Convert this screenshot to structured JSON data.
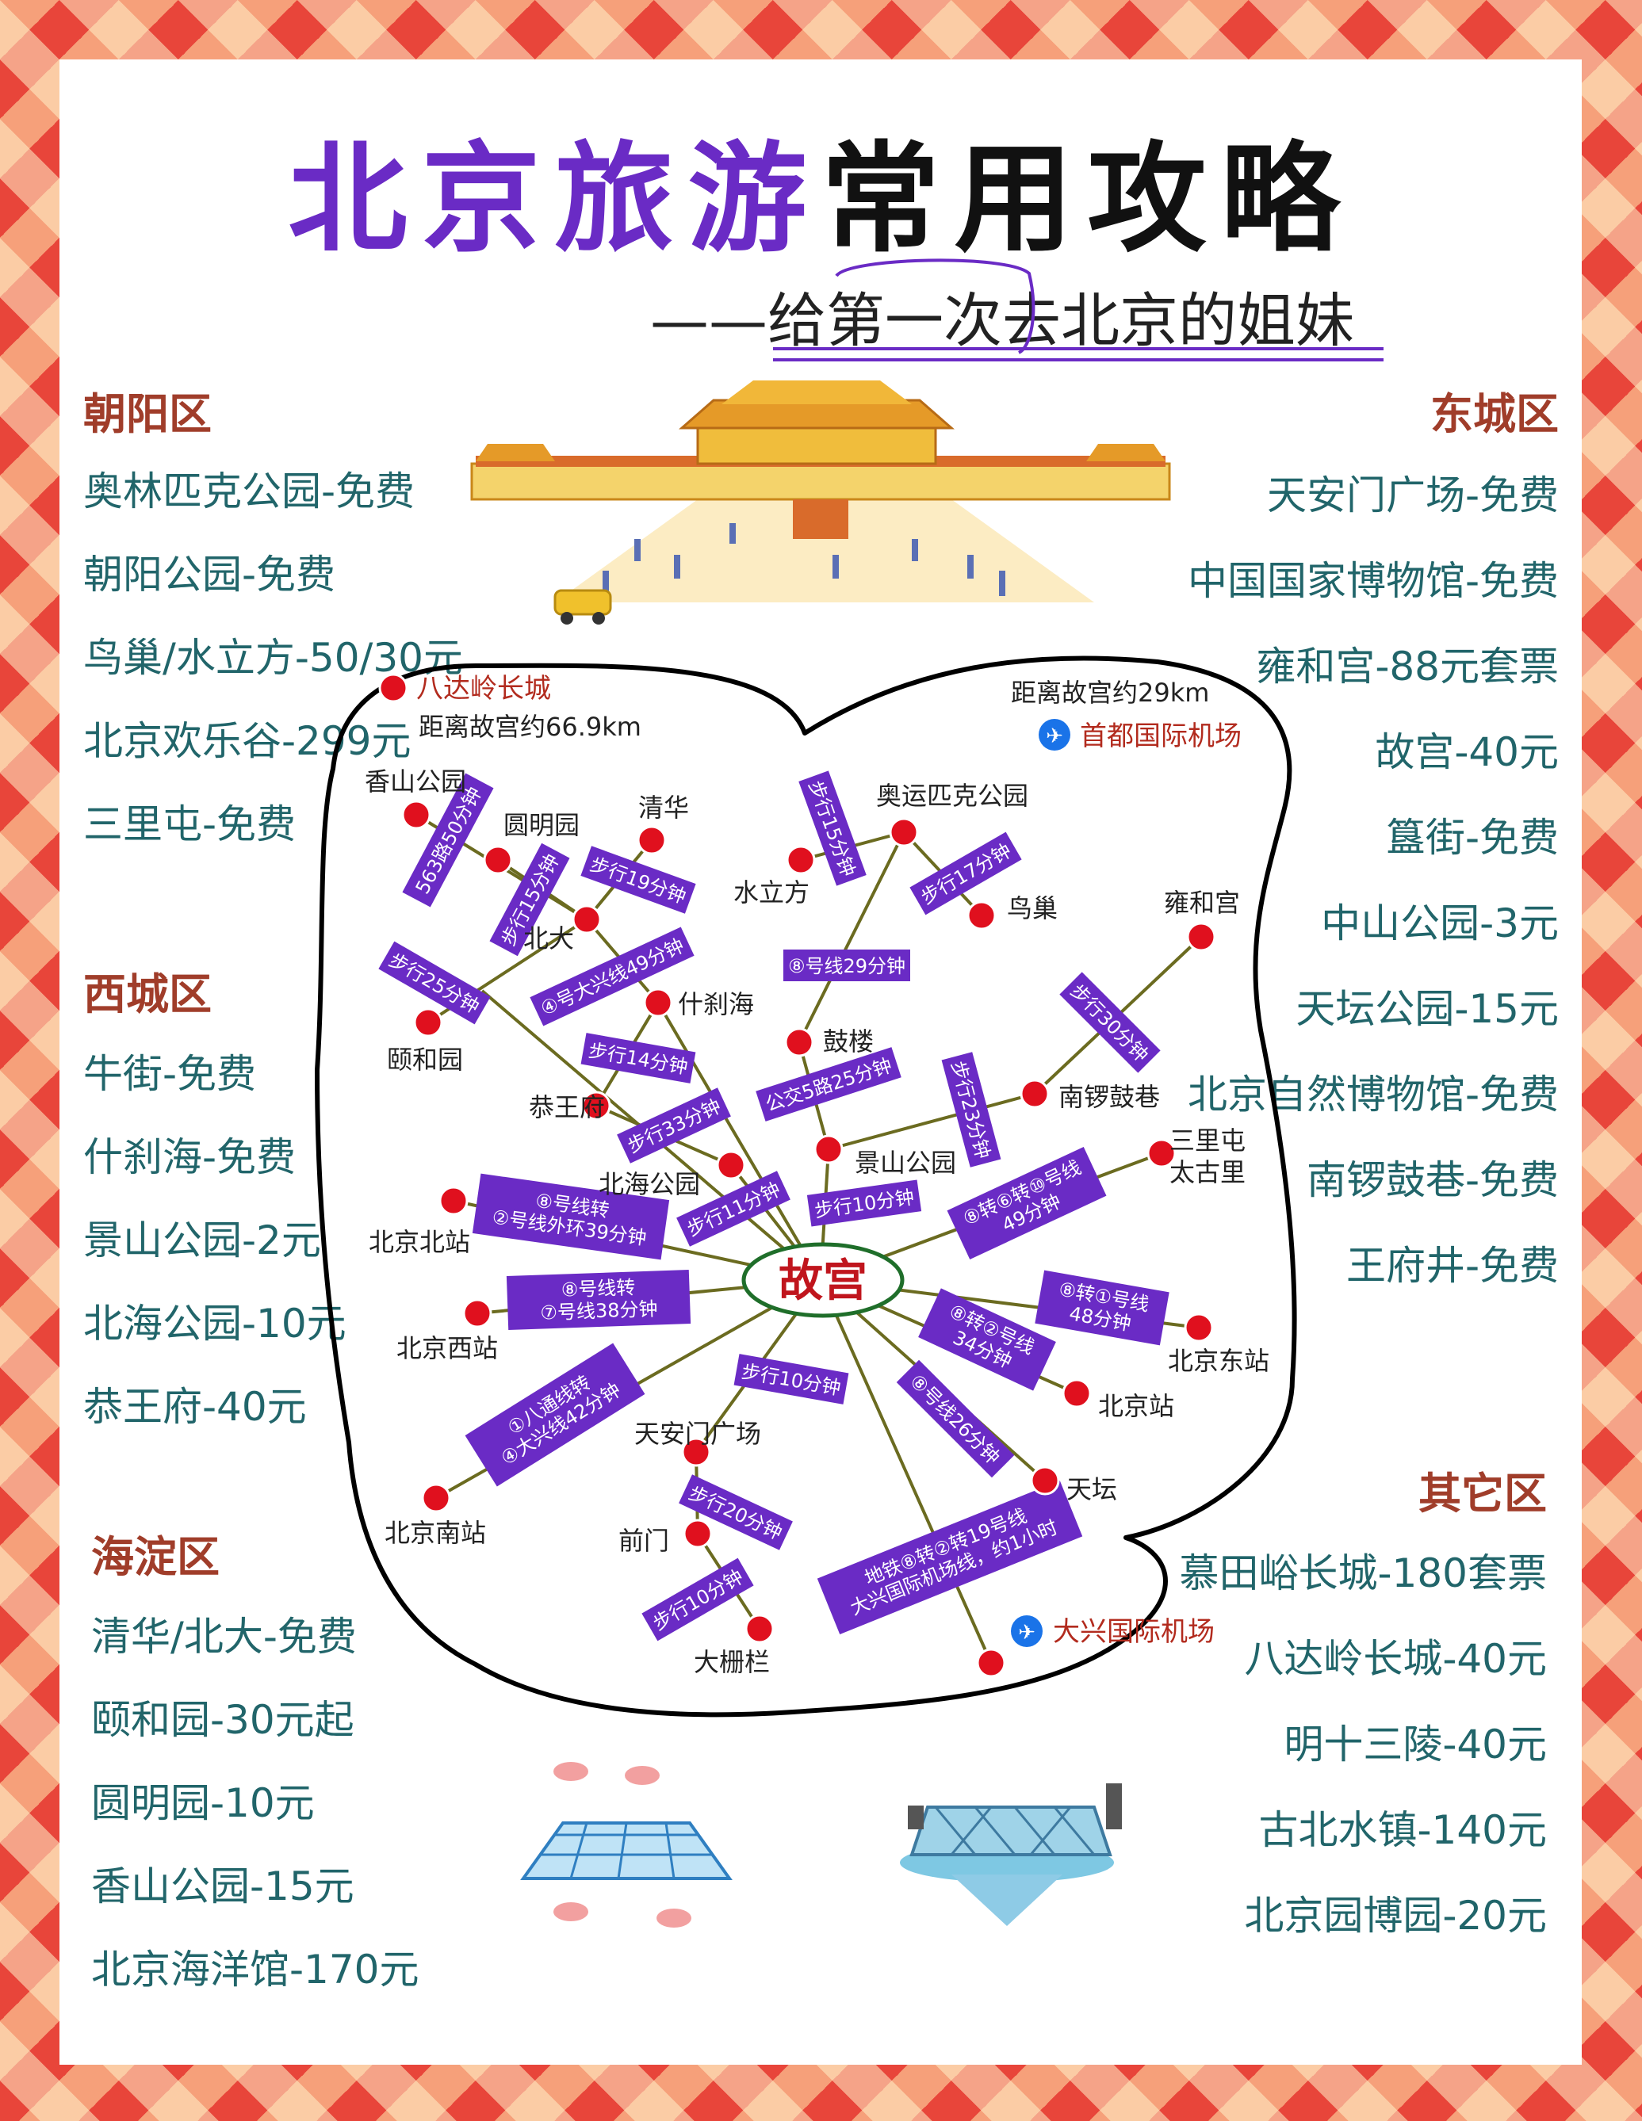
{
  "title": {
    "part1": "北京旅游",
    "part2": "常用攻略"
  },
  "subtitle": "——给第一次去北京的姐妹",
  "sections": {
    "chaoyang": {
      "name": "朝阳区",
      "items": [
        "奥林匹克公园-免费",
        "朝阳公园-免费",
        "鸟巢/水立方-50/30元",
        "北京欢乐谷-299元",
        "三里屯-免费"
      ]
    },
    "xicheng": {
      "name": "西城区",
      "items": [
        "牛街-免费",
        "什刹海-免费",
        "景山公园-2元",
        "北海公园-10元",
        "恭王府-40元"
      ]
    },
    "haidian": {
      "name": "海淀区",
      "items": [
        "清华/北大-免费",
        "颐和园-30元起",
        "圆明园-10元",
        "香山公园-15元",
        "北京海洋馆-170元"
      ]
    },
    "dongcheng": {
      "name": "东城区",
      "items": [
        "天安门广场-免费",
        "中国国家博物馆-免费",
        "雍和宫-88元套票",
        "故宫-40元",
        "簋街-免费",
        "中山公园-3元",
        "天坛公园-15元",
        "北京自然博物馆-免费",
        "南锣鼓巷-免费",
        "王府井-免费"
      ]
    },
    "other": {
      "name": "其它区",
      "items": [
        "慕田峪长城-180套票",
        "八达岭长城-40元",
        "明十三陵-40元",
        "古北水镇-140元",
        "北京园博园-20元"
      ]
    }
  },
  "map": {
    "center": "故宫",
    "badaling": {
      "name": "八达岭长城",
      "distance": "距离故宫约66.9km"
    },
    "capital_airport": {
      "name": "首都国际机场",
      "distance": "距离故宫约29km"
    },
    "daxing_airport": {
      "name": "大兴国际机场"
    },
    "places": {
      "xiangshan": "香山公园",
      "yuanmingyuan": "圆明园",
      "qinghua": "清华",
      "beida": "北大",
      "yiheyuan": "颐和园",
      "shichahai": "什刹海",
      "gongwangfu": "恭王府",
      "beihai": "北海公园",
      "shuilifang": "水立方",
      "aoyun": "奥运匹克公园",
      "niaochao": "鸟巢",
      "gulou": "鼓楼",
      "jingshan": "景山公园",
      "yonghegong": "雍和宫",
      "nanluo": "南锣鼓巷",
      "sanlitun": "三里屯\n太古里",
      "beijingbei": "北京北站",
      "beijingxi": "北京西站",
      "beijingnan": "北京南站",
      "tiananmen": "天安门广场",
      "qianmen": "前门",
      "dashilan": "大栅栏",
      "beijingdong": "北京东站",
      "beijingzhan": "北京站",
      "tiantan": "天坛"
    },
    "routes": {
      "xiangshan": "563路50分钟",
      "yuanming_beida": "步行15分钟",
      "qinghua_beida": "步行19分钟",
      "yiheyuan": "步行25分钟",
      "beida_shichahai": "④号大兴线49分钟",
      "shichahai_gong": "步行14分钟",
      "beihai_gong": "步行33分钟",
      "beihai_gugong": "步行11分钟",
      "aoyun_gulou": "⑧号线29分钟",
      "shuilifang": "步行15分钟",
      "niaochao": "步行17分钟",
      "gulou_jingshan": "公交5路25分钟",
      "jingshan_gugong": "步行10分钟",
      "yonghegong": "步行30分钟",
      "nanluo": "步行23分钟",
      "sanlitun": "⑧转⑥转⑩号线\n49分钟",
      "beijingbei": "⑧号线转\n②号线外环39分钟",
      "beijingxi": "⑧号线转\n⑦号线38分钟",
      "beijingdong": "⑧转①号线\n48分钟",
      "beijingzhan": "⑧转②号线\n34分钟",
      "tiantan": "⑧号线26分钟",
      "beijingnan": "①八通线转\n④大兴线42分钟",
      "tiananmen": "步行10分钟",
      "qianmen": "步行20分钟",
      "dashilan": "步行10分钟",
      "daxing": "地铁⑧转②转19号线\n大兴国际机场线，约1小时"
    }
  },
  "colors": {
    "accent_purple": "#6a2bc5",
    "pin_red": "#e0101e",
    "list_teal": "#21656a",
    "section_brown": "#a03d2a",
    "route_line": "#6b6b20"
  }
}
